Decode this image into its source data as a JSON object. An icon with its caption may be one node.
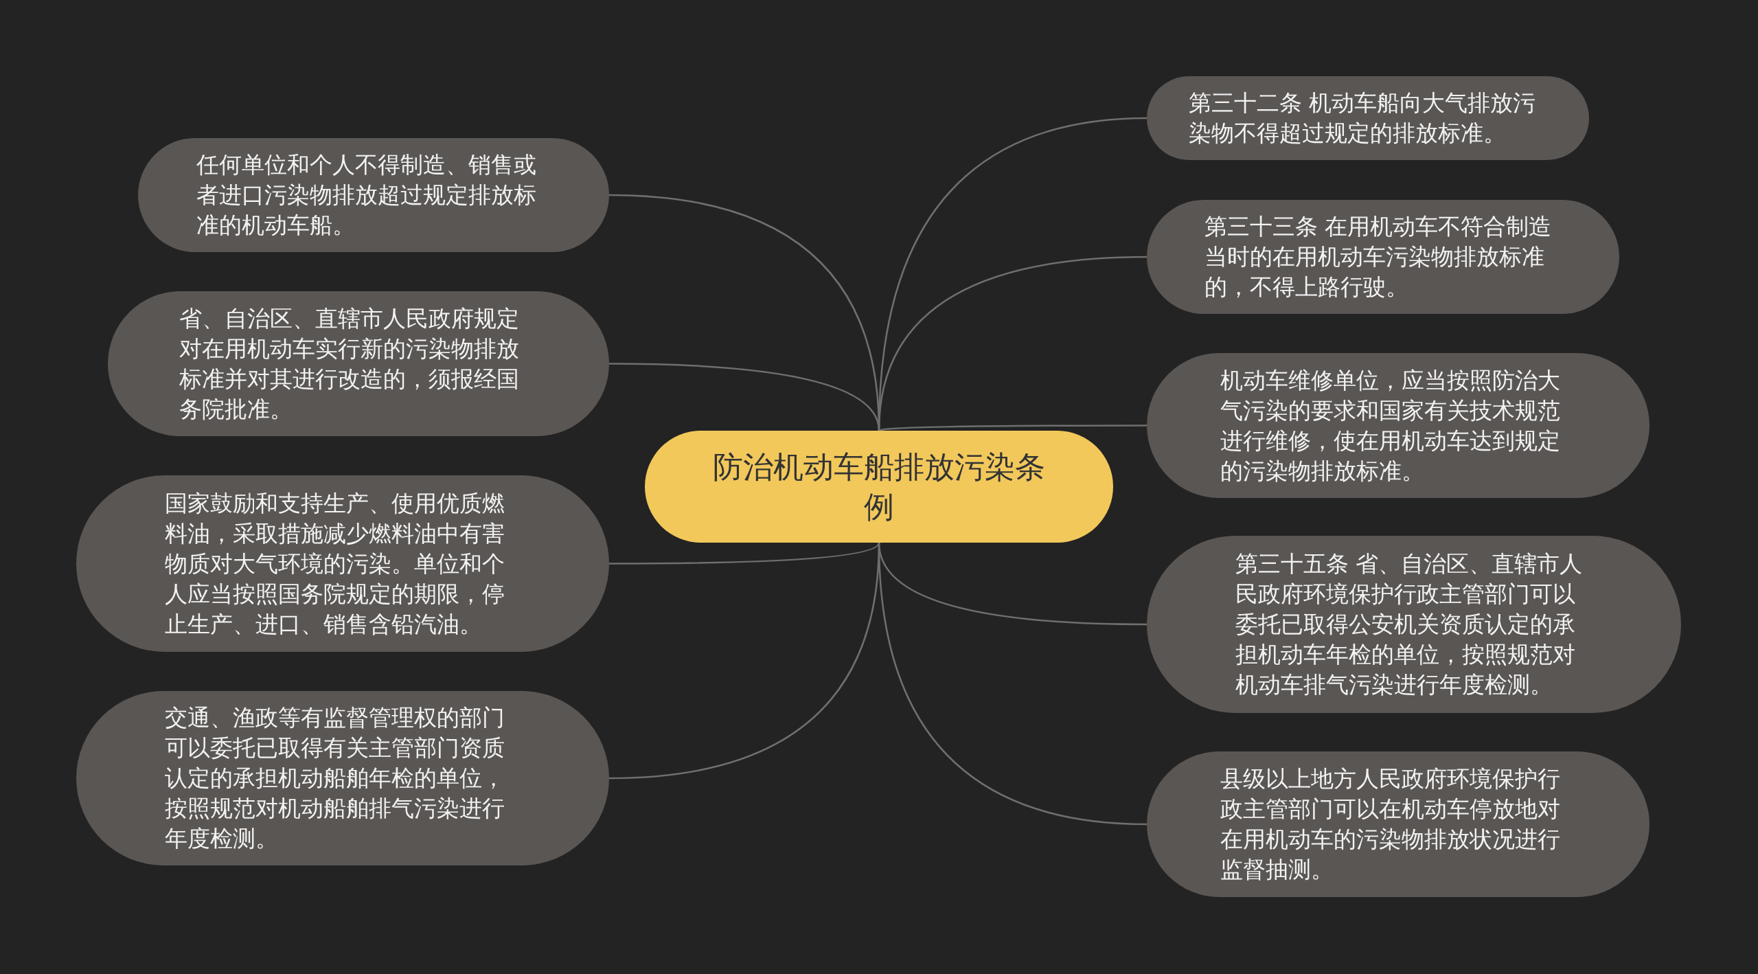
{
  "diagram": {
    "nodes": [
      {
        "text": [
          "防治机动车船排放污染条例"
        ]
      },
      {
        "text": [
          "第三十二条 机动车船向大气排放污染物不得超过规定的排放标准。"
        ]
      },
      {
        "text": [
          "第三十三条 在用机动车不符合制造当时的在用机动车污染物排放标准的，不得上路行驶。"
        ]
      },
      {
        "text": [
          "机动车维修单位，应当按照防治大气污染的要求和国家有关技术规范进行维修，使在用机动车达到规定的污染物排放标准。"
        ]
      },
      {
        "text": [
          "第三十五条 省、自治区、直辖市人民政府环境保护行政主管部门可以委托已取得公安机关资质认定的承担机动车年检的单位，按照规范对机动车排气污染进行年度检测。"
        ]
      },
      {
        "text": [
          "县级以上地方人民政府环境保护行政主管部门可以在机动车停放地对在用机动车的污染物排放状况进行监督抽测。"
        ]
      },
      {
        "text": [
          "任何单位和个人不得制造、销售或者进口污染物排放超过规定排放标准的机动车船。"
        ]
      },
      {
        "text": [
          "省、自治区、直辖市人民政府规定对在用机动车实行新的污染物排放标准并对其进行改造的，须报经国务院批准。"
        ]
      },
      {
        "text": [
          "国家鼓励和支持生产、使用优质燃料油，采取措施减少燃料油中有害物质对大气环境的污染。单位和个人应当按照国务院规定的期限，停止生产、进口、销售含铅汽油。"
        ]
      },
      {
        "text": [
          "交通、渔政等有监督管理权的部门可以委托已取得有关主管部门资质认定的承担机动船舶年检的单位，按照规范对机动船舶排气污染进行年度检测。"
        ]
      }
    ],
    "edges": [
      {
        "from": 0,
        "to": 1,
        "arrow": "none"
      },
      {
        "from": 0,
        "to": 2,
        "arrow": "none"
      },
      {
        "from": 0,
        "to": 3,
        "arrow": "none"
      },
      {
        "from": 0,
        "to": 4,
        "arrow": "none"
      },
      {
        "from": 0,
        "to": 5,
        "arrow": "none"
      },
      {
        "from": 0,
        "to": 6,
        "arrow": "none"
      },
      {
        "from": 0,
        "to": 7,
        "arrow": "none"
      },
      {
        "from": 0,
        "to": 8,
        "arrow": "none"
      },
      {
        "from": 0,
        "to": 9,
        "arrow": "none"
      }
    ]
  }
}
